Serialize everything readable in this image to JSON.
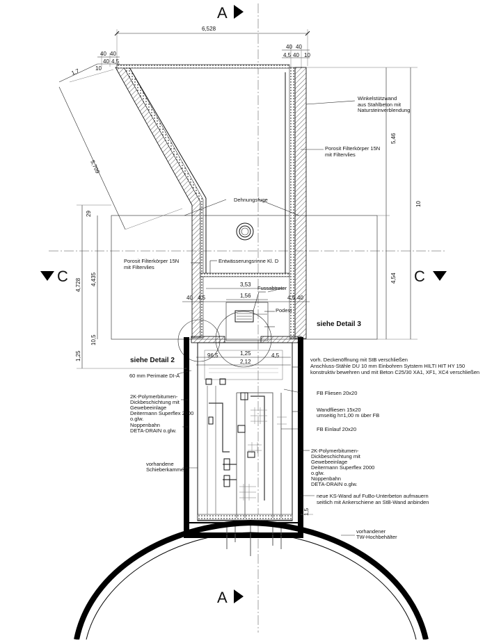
{
  "section_marks": {
    "a_top": "A",
    "a_bottom": "A",
    "c_left": "C",
    "c_right": "C"
  },
  "dimensions": {
    "top_width": "6,528",
    "d40_a": "40",
    "d40_b": "40",
    "d10": "10",
    "d40_c": "40",
    "d45_a": "4,5",
    "d17": "1,7",
    "d40_r1": "40",
    "d40_r2": "40",
    "d45_r": "4,5",
    "d40_r3": "40",
    "d10_r": "10",
    "diag": "5,709",
    "right_546": "5,46",
    "right_10": "10",
    "right_454": "4,54",
    "left_29": "29",
    "left_4728": "4,728",
    "left_4435": "4,435",
    "left_105": "10,5",
    "left_125": "1,25",
    "inner_353": "3,53",
    "inner_156": "1,56",
    "wall_40_l": "40",
    "wall_45_l": "4,5",
    "wall_45_r": "4,5",
    "wall_40_r": "40",
    "shaft_125": "1,25",
    "shaft_212": "2,12",
    "shaft_965": "96,5",
    "shaft_45": "4,5",
    "bottom_15": "1,5"
  },
  "labels": {
    "winkel": [
      "Winkelstützwand",
      "aus Stahlbeton mit",
      "Natursteinverblendung"
    ],
    "porosit_r": [
      "Porosit Filterkörper 15N",
      "mit Filtervlies"
    ],
    "dehnungsfuge": "Dehnungsfuge",
    "porosit_l": [
      "Porosit Filterkörper 15N",
      "mit Filtervlies"
    ],
    "rinne": "Entwässerungsrinne Kl. D",
    "fussabtreter": "Fussabtreter",
    "podest": "Podest",
    "detail3": "siehe Detail 3",
    "detail2": "siehe Detail 2",
    "deckenoeffnung": [
      "vorh. Deckenöffnung mit StB verschließen",
      "Anschluss-Stähle DU 10 mm Einbohren Sytstem HILTI HIT HY 150",
      "konstruktiv bewehren und mit Beton C25/30  XA1, XF1, XC4 verschließen"
    ],
    "perimate": "60 mm Perimate DI-A",
    "poly_l": [
      "2K-Polymerbitumen-",
      "Dickbeschichtung mit",
      "Gewebeeinlage",
      "Deitermann Superflex 2000",
      "o.glw."
    ],
    "noppen_l": [
      "Noppenbahn",
      "DETA-DRAIN o.glw."
    ],
    "schieber": [
      "vorhandene",
      "Schieberkammer"
    ],
    "fb_fliesen": "FB Fliesen 20x20",
    "wandfliesen": [
      "Wandfliesen 15x20",
      "umseitig h=1,00 m über FB"
    ],
    "fb_einlauf": "FB Einlauf 20x20",
    "poly_r": [
      "2K-Polymerbitumen-",
      "Dickbeschichtung mit",
      "Gewebeeinlage",
      "Deitermann Superflex 2000",
      "o.glw."
    ],
    "noppen_r": [
      "Noppenbahn",
      "DETA-DRAIN o.glw."
    ],
    "ks_wand": [
      "neue KS-Wand auf FuBo-Unterbeton aufmauern",
      "seitlich mit Ankerschiene an StB-Wand  anbinden"
    ],
    "hochbehaelter": [
      "vorhandener",
      "TW-Hochbehälter"
    ]
  }
}
